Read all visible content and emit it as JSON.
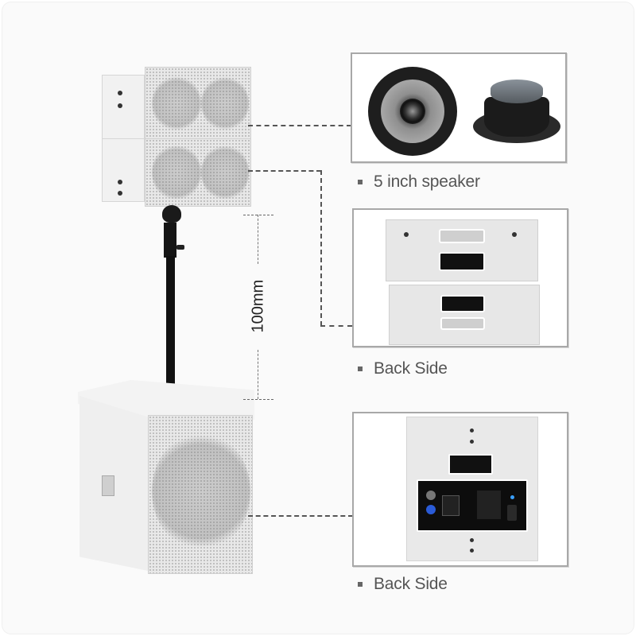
{
  "panels": [
    {
      "id": "driver",
      "caption": "5 inch speaker",
      "image": "5-inch-driver-front-and-back"
    },
    {
      "id": "top-back",
      "caption": "Back Side",
      "image": "line-array-top-back-panel"
    },
    {
      "id": "sub-back",
      "caption": "Back Side",
      "image": "subwoofer-back-amplifier-panel"
    }
  ],
  "dimension": {
    "label": "100mm"
  },
  "colors": {
    "background": "#fafafa",
    "panel_border": "#a8a8a8",
    "caption_text": "#555555",
    "cabinet_white": "#ececec",
    "pole_black": "#111111"
  }
}
